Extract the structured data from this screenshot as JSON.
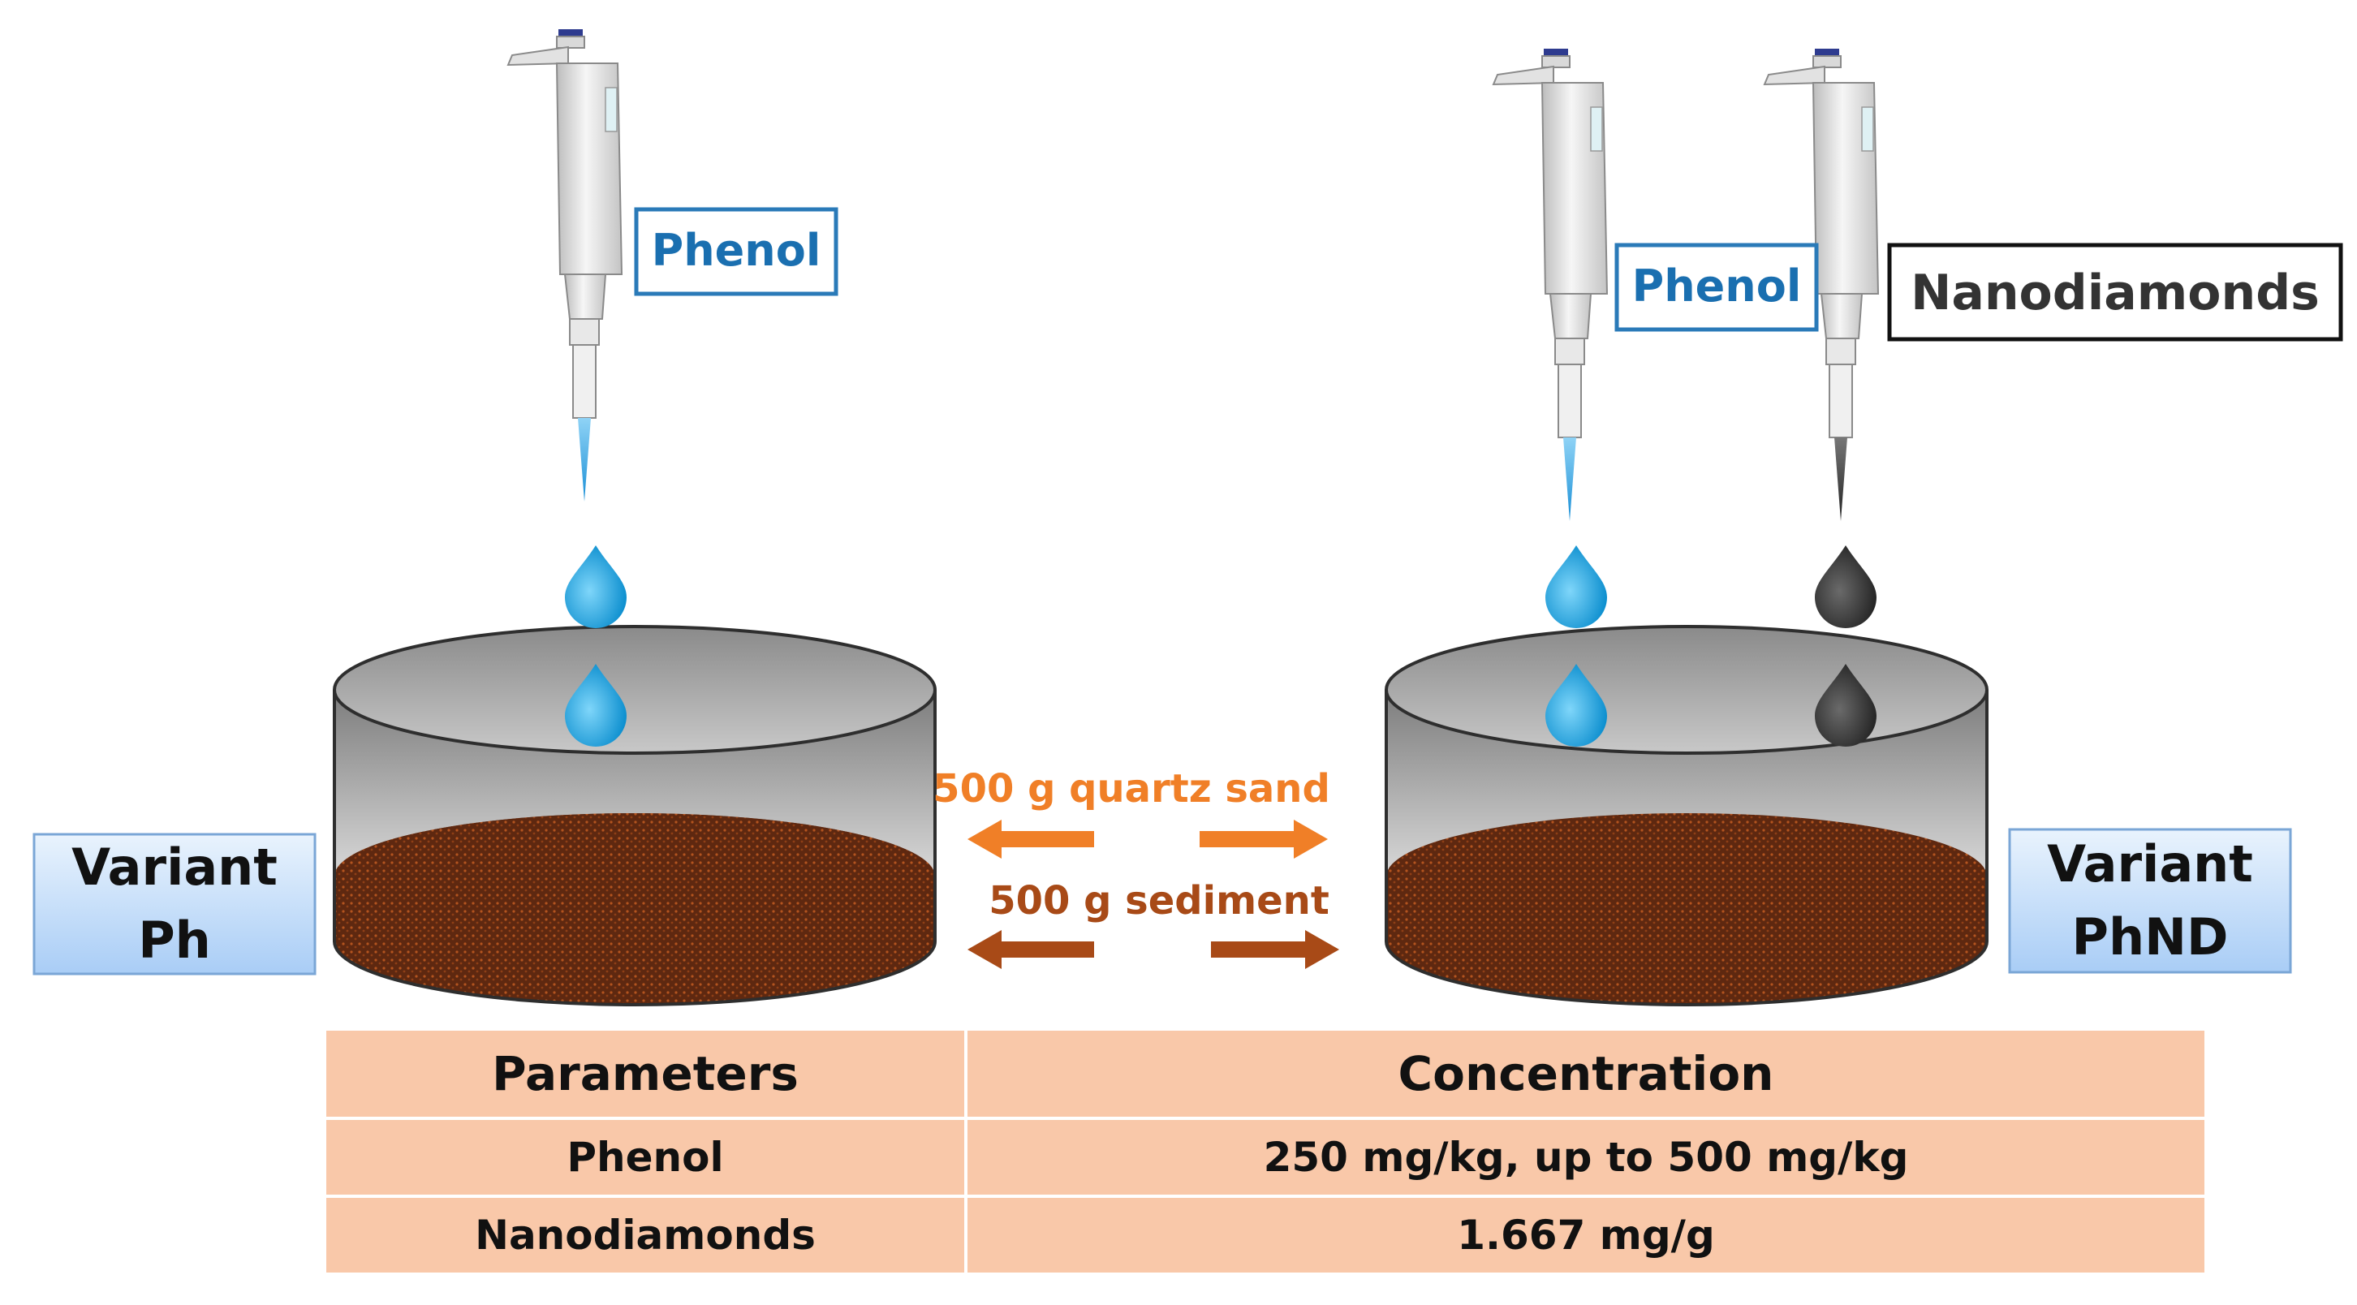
{
  "labels": {
    "phenol_left": "Phenol",
    "phenol_right": "Phenol",
    "nanodiamonds": "Nanodiamonds",
    "quartz_sand": "500 g quartz sand",
    "sediment": "500 g sediment",
    "variant_ph": [
      "Variant",
      "Ph"
    ],
    "variant_phnd": [
      "Variant",
      "PhND"
    ]
  },
  "table": {
    "headers": [
      "Parameters",
      "Concentration"
    ],
    "rows": [
      [
        "Phenol",
        "250 mg/kg, up to 500 mg/kg"
      ],
      [
        "Nanodiamonds",
        "1.667 mg/g"
      ]
    ]
  },
  "colors": {
    "phenol_blue": "#1aa3e0",
    "label_blue": "#1a6fb0",
    "nanodiamond_dark": "#333333",
    "sediment_brown": "#6b2f14",
    "quartz_orange": "#f07f27",
    "sediment_arrow": "#a84a17",
    "table_fill": "#f9c8a9",
    "variant_box": "#cfe4fb"
  }
}
